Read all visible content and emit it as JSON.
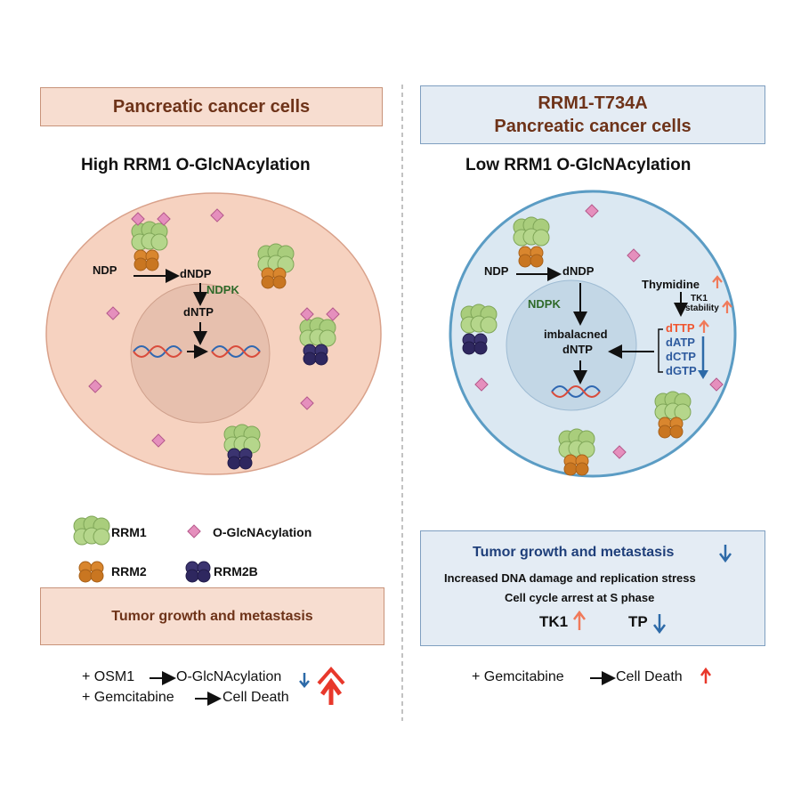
{
  "left": {
    "header": "Pancreatic cancer cells",
    "subtitle": "High RRM1 O-GlcNAcylation",
    "cell": {
      "ndp": "NDP",
      "dndp": "dNDP",
      "ndpk": "NDPK",
      "dntp": "dNTP"
    },
    "outcome_box": "Tumor growth and metastasis",
    "treatments": [
      {
        "prefix": "+ OSM1",
        "result": "O-GlcNAcylation"
      },
      {
        "prefix": "+ Gemcitabine",
        "result": "Cell Death"
      }
    ]
  },
  "right": {
    "header_line1": "RRM1-T734A",
    "header_line2": "Pancreatic cancer cells",
    "subtitle": "Low RRM1 O-GlcNAcylation",
    "cell": {
      "ndp": "NDP",
      "dndp": "dNDP",
      "ndpk": "NDPK",
      "imbalanced_1": "imbalacned",
      "imbalanced_2": "dNTP",
      "thymidine": "Thymidine",
      "tk1": "TK1",
      "stability": "stability",
      "dttp": "dTTP",
      "datp": "dATP",
      "dctp": "dCTP",
      "dgtp": "dGTP"
    },
    "outcome_box": {
      "title": "Tumor growth and metastasis",
      "line1": "Increased DNA damage and replication stress",
      "line2": "Cell cycle arrest at S phase",
      "tk1": "TK1",
      "tp": "TP"
    },
    "treatment": {
      "prefix": "+ Gemcitabine",
      "result": "Cell Death"
    }
  },
  "legend": {
    "rrm1": "RRM1",
    "oglc": "O-GlcNAcylation",
    "rrm2": "RRM2",
    "rrm2b": "RRM2B"
  },
  "colors": {
    "left_cell": "#f6d2c0",
    "left_nucleus": "#e7c0ae",
    "right_cell": "#dbe8f2",
    "right_nucleus": "#c3d7e6",
    "rrm1": "#a9cd7c",
    "rrm2": "#d9862e",
    "rrm2b": "#3b3470",
    "oglc": "#e58fbd",
    "up_arrow": "#f07a5a",
    "down_arrow": "#2d6aa8",
    "ndpk_green": "#2f6a2a"
  }
}
